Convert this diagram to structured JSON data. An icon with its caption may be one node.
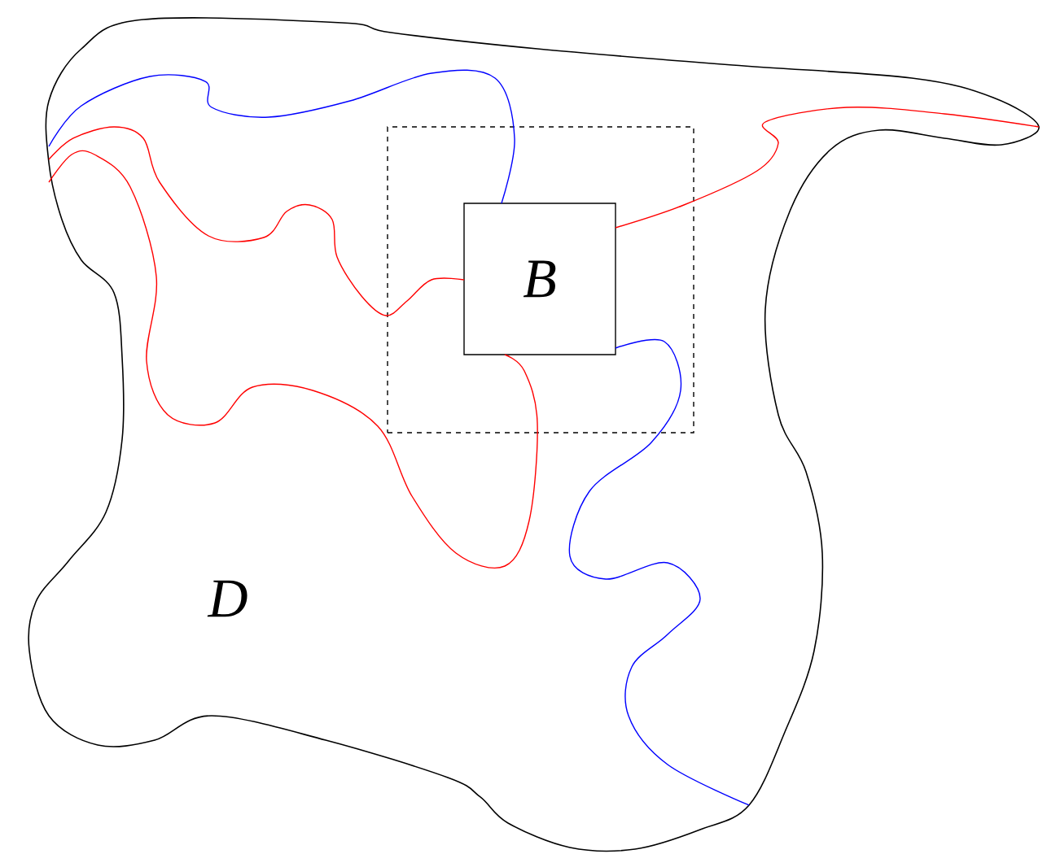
{
  "diagram": {
    "nodes": [
      {
        "text": [
          "D"
        ]
      },
      {
        "text": [],
        "shape": "box",
        "in": 0
      },
      {
        "text": [
          "B"
        ],
        "in": 1
      }
    ],
    "edges": [
      {
        "from": 2,
        "to": 0,
        "arrow": "none",
        "color": "#0000ff"
      },
      {
        "from": 2,
        "to": 0,
        "arrow": "none",
        "color": "#ff0000"
      },
      {
        "from": 2,
        "to": 0,
        "arrow": "none",
        "color": "#ff0000"
      },
      {
        "from": 2,
        "to": 0,
        "arrow": "none",
        "color": "#ff0000"
      },
      {
        "from": 2,
        "to": 0,
        "arrow": "none",
        "color": "#0000ff"
      }
    ]
  }
}
